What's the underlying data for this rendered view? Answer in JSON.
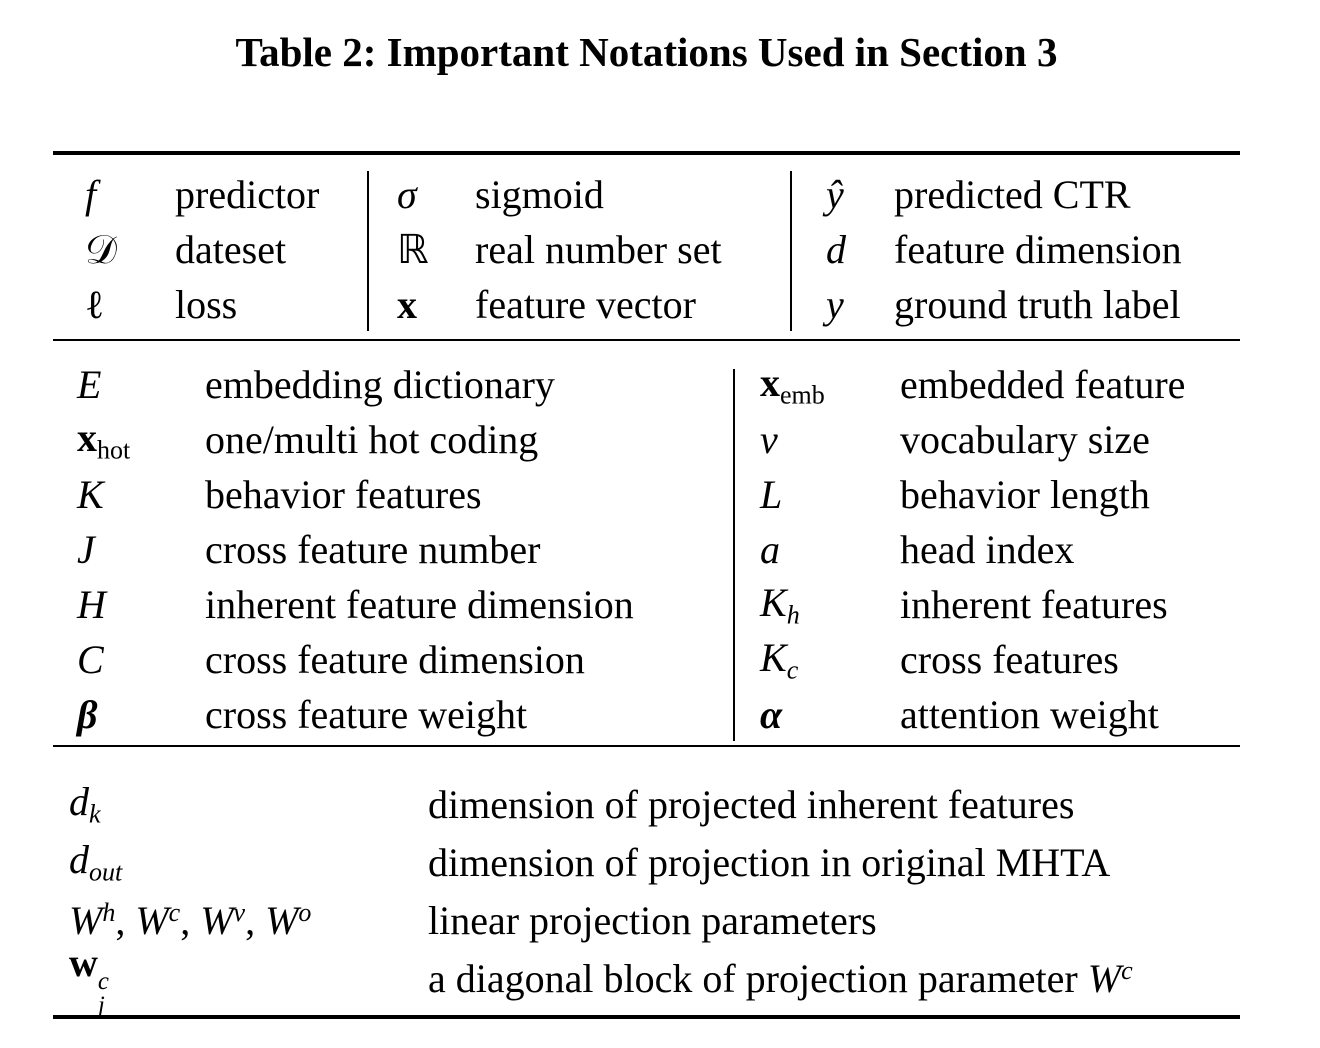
{
  "colors": {
    "background": "#ffffff",
    "text": "#000000",
    "rules": "#000000"
  },
  "title": "Table 2: Important Notations Used in Section 3",
  "sections": [
    {
      "name": "scalars-and-basics",
      "groups": [
        {
          "rows": [
            {
              "sym": [
                {
                  "t": "f",
                  "s": "i"
                }
              ],
              "desc": [
                {
                  "t": "predictor",
                  "s": "r"
                }
              ]
            },
            {
              "sym": [
                {
                  "t": "𝒟",
                  "s": "r"
                }
              ],
              "desc": [
                {
                  "t": "dateset",
                  "s": "r"
                }
              ]
            },
            {
              "sym": [
                {
                  "t": "ℓ",
                  "s": "r"
                }
              ],
              "desc": [
                {
                  "t": "loss",
                  "s": "r"
                }
              ]
            }
          ]
        },
        {
          "rows": [
            {
              "sym": [
                {
                  "t": "σ",
                  "s": "i"
                }
              ],
              "desc": [
                {
                  "t": "sigmoid",
                  "s": "r"
                }
              ]
            },
            {
              "sym": [
                {
                  "t": "ℝ",
                  "s": "r"
                }
              ],
              "desc": [
                {
                  "t": "real number set",
                  "s": "r"
                }
              ]
            },
            {
              "sym": [
                {
                  "t": "x",
                  "s": "b"
                }
              ],
              "desc": [
                {
                  "t": "feature vector",
                  "s": "r"
                }
              ]
            }
          ]
        },
        {
          "rows": [
            {
              "sym": [
                {
                  "t": "ŷ",
                  "s": "i"
                }
              ],
              "desc": [
                {
                  "t": "predicted CTR",
                  "s": "r"
                }
              ]
            },
            {
              "sym": [
                {
                  "t": "d",
                  "s": "i"
                }
              ],
              "desc": [
                {
                  "t": "feature dimension",
                  "s": "r"
                }
              ]
            },
            {
              "sym": [
                {
                  "t": "y",
                  "s": "i"
                }
              ],
              "desc": [
                {
                  "t": "ground truth label",
                  "s": "r"
                }
              ]
            }
          ]
        }
      ]
    },
    {
      "name": "features-and-dimensions",
      "groups": [
        {
          "rows": [
            {
              "sym": [
                {
                  "t": "E",
                  "s": "i"
                }
              ],
              "desc": [
                {
                  "t": "embedding dictionary",
                  "s": "r"
                }
              ]
            },
            {
              "sym": [
                {
                  "t": "x",
                  "s": "b"
                },
                {
                  "t": "hot",
                  "s": "r",
                  "pos": "sub"
                }
              ],
              "desc": [
                {
                  "t": "one/multi hot coding",
                  "s": "r"
                }
              ]
            },
            {
              "sym": [
                {
                  "t": "K",
                  "s": "i"
                }
              ],
              "desc": [
                {
                  "t": "behavior features",
                  "s": "r"
                }
              ]
            },
            {
              "sym": [
                {
                  "t": "J",
                  "s": "i"
                }
              ],
              "desc": [
                {
                  "t": "cross feature number",
                  "s": "r"
                }
              ]
            },
            {
              "sym": [
                {
                  "t": "H",
                  "s": "i"
                }
              ],
              "desc": [
                {
                  "t": "inherent feature dimension",
                  "s": "r"
                }
              ]
            },
            {
              "sym": [
                {
                  "t": "C",
                  "s": "i"
                }
              ],
              "desc": [
                {
                  "t": "cross feature dimension",
                  "s": "r"
                }
              ]
            },
            {
              "sym": [
                {
                  "t": "β",
                  "s": "bi"
                }
              ],
              "desc": [
                {
                  "t": "cross feature weight",
                  "s": "r"
                }
              ]
            }
          ]
        },
        {
          "rows": [
            {
              "sym": [
                {
                  "t": "x",
                  "s": "b"
                },
                {
                  "t": "emb",
                  "s": "r",
                  "pos": "sub"
                }
              ],
              "desc": [
                {
                  "t": "embedded feature",
                  "s": "r"
                }
              ]
            },
            {
              "sym": [
                {
                  "t": "v",
                  "s": "i"
                }
              ],
              "desc": [
                {
                  "t": "vocabulary size",
                  "s": "r"
                }
              ]
            },
            {
              "sym": [
                {
                  "t": "L",
                  "s": "i"
                }
              ],
              "desc": [
                {
                  "t": "behavior length",
                  "s": "r"
                }
              ]
            },
            {
              "sym": [
                {
                  "t": "a",
                  "s": "i"
                }
              ],
              "desc": [
                {
                  "t": "head index",
                  "s": "r"
                }
              ]
            },
            {
              "sym": [
                {
                  "t": "K",
                  "s": "i"
                },
                {
                  "t": "h",
                  "s": "i",
                  "pos": "sub"
                }
              ],
              "desc": [
                {
                  "t": "inherent features",
                  "s": "r"
                }
              ]
            },
            {
              "sym": [
                {
                  "t": "K",
                  "s": "i"
                },
                {
                  "t": "c",
                  "s": "i",
                  "pos": "sub"
                }
              ],
              "desc": [
                {
                  "t": "cross features",
                  "s": "r"
                }
              ]
            },
            {
              "sym": [
                {
                  "t": "α",
                  "s": "bi"
                }
              ],
              "desc": [
                {
                  "t": "attention weight",
                  "s": "r"
                }
              ]
            }
          ]
        }
      ]
    },
    {
      "name": "projection-parameters",
      "groups": [
        {
          "rows": [
            {
              "sym": [
                {
                  "t": "d",
                  "s": "i"
                },
                {
                  "t": "k",
                  "s": "i",
                  "pos": "sub"
                }
              ],
              "desc": [
                {
                  "t": "dimension of projected inherent features",
                  "s": "r"
                }
              ]
            },
            {
              "sym": [
                {
                  "t": "d",
                  "s": "i"
                },
                {
                  "t": "out",
                  "s": "i",
                  "pos": "sub"
                }
              ],
              "desc": [
                {
                  "t": "dimension of projection in original MHTA",
                  "s": "r"
                }
              ]
            },
            {
              "sym": [
                {
                  "t": "W",
                  "s": "i"
                },
                {
                  "t": "h",
                  "s": "i",
                  "pos": "sup"
                },
                {
                  "t": ", ",
                  "s": "r"
                },
                {
                  "t": "W",
                  "s": "i"
                },
                {
                  "t": "c",
                  "s": "i",
                  "pos": "sup"
                },
                {
                  "t": ", ",
                  "s": "r"
                },
                {
                  "t": "W",
                  "s": "i"
                },
                {
                  "t": "v",
                  "s": "i",
                  "pos": "sup"
                },
                {
                  "t": ", ",
                  "s": "r"
                },
                {
                  "t": "W",
                  "s": "i"
                },
                {
                  "t": "o",
                  "s": "i",
                  "pos": "sup"
                }
              ],
              "desc": [
                {
                  "t": "linear projection parameters",
                  "s": "r"
                }
              ]
            },
            {
              "sym": [
                {
                  "t": "w",
                  "s": "b"
                },
                {
                  "t": "c|j",
                  "s": "stack"
                }
              ],
              "desc": [
                {
                  "t": "a diagonal block of projection parameter ",
                  "s": "r"
                },
                {
                  "t": "W",
                  "s": "i"
                },
                {
                  "t": "c",
                  "s": "i",
                  "pos": "sup"
                }
              ]
            }
          ]
        }
      ]
    }
  ]
}
